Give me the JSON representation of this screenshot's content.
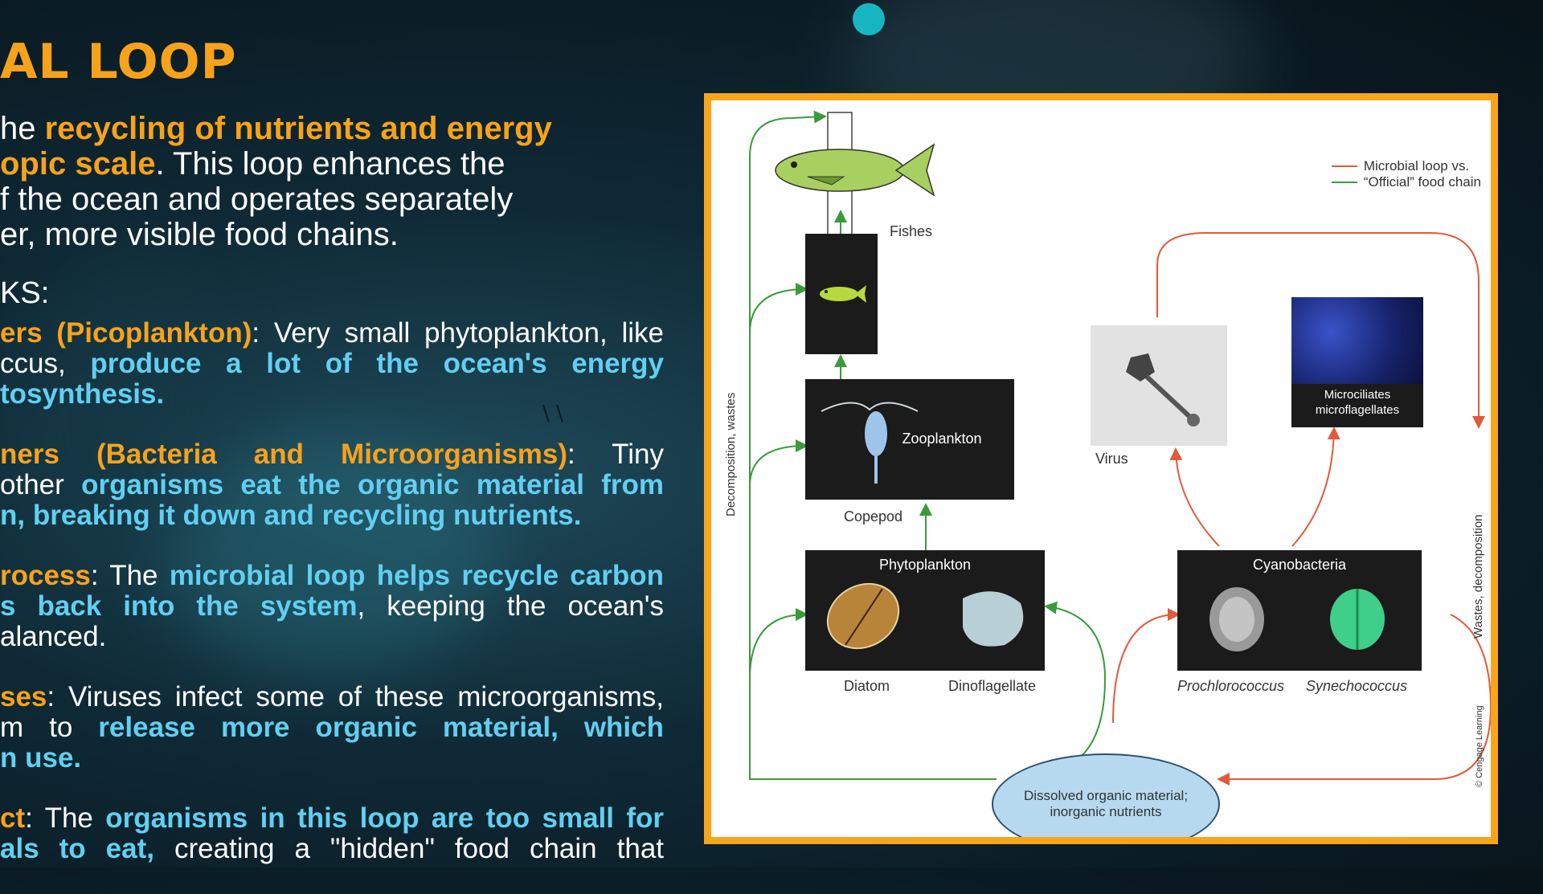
{
  "slide": {
    "title": "AL LOOP",
    "intro_lines": [
      [
        {
          "t": "he ",
          "s": ""
        },
        {
          "t": "recycling of nutrients and energy",
          "s": "o"
        }
      ],
      [
        {
          "t": "opic scale",
          "s": "o"
        },
        {
          "t": ". This loop enhances the",
          "s": ""
        }
      ],
      [
        {
          "t": "f the ocean and operates separately",
          "s": ""
        }
      ],
      [
        {
          "t": "er, more visible food chains.",
          "s": ""
        }
      ]
    ],
    "section_label": "KS:",
    "bullets": [
      [
        {
          "j": true,
          "spans": [
            {
              "t": "ers (Picoplankton)",
              "s": "o"
            },
            {
              "t": ": Very small phytoplankton, like",
              "s": ""
            }
          ]
        },
        {
          "j": true,
          "spans": [
            {
              "t": "ccus, ",
              "s": ""
            },
            {
              "t": "produce a lot of the ocean's energy",
              "s": "c"
            }
          ]
        },
        {
          "j": false,
          "spans": [
            {
              "t": "tosynthesis.",
              "s": "c"
            }
          ]
        }
      ],
      [
        {
          "j": true,
          "spans": [
            {
              "t": "ners (Bacteria and Microorganisms)",
              "s": "o"
            },
            {
              "t": ": Tiny",
              "s": ""
            }
          ]
        },
        {
          "j": true,
          "spans": [
            {
              "t": " other ",
              "s": ""
            },
            {
              "t": "organisms eat the organic material from",
              "s": "c"
            }
          ]
        },
        {
          "j": false,
          "spans": [
            {
              "t": "n, breaking it down and recycling nutrients.",
              "s": "c"
            }
          ]
        }
      ],
      [
        {
          "j": true,
          "spans": [
            {
              "t": "rocess",
              "s": "o"
            },
            {
              "t": ": The ",
              "s": ""
            },
            {
              "t": "microbial loop helps recycle carbon",
              "s": "c"
            }
          ]
        },
        {
          "j": true,
          "spans": [
            {
              "t": "s back into the system",
              "s": "c"
            },
            {
              "t": ", keeping the ocean's",
              "s": ""
            }
          ]
        },
        {
          "j": false,
          "spans": [
            {
              "t": "alanced.",
              "s": ""
            }
          ]
        }
      ],
      [
        {
          "j": true,
          "spans": [
            {
              "t": "ses",
              "s": "o"
            },
            {
              "t": ": Viruses infect some of these microorganisms,",
              "s": ""
            }
          ]
        },
        {
          "j": true,
          "spans": [
            {
              "t": "m to ",
              "s": ""
            },
            {
              "t": "release more organic material, which",
              "s": "c"
            }
          ]
        },
        {
          "j": false,
          "spans": [
            {
              "t": "n use.",
              "s": "c"
            }
          ]
        }
      ],
      [
        {
          "j": true,
          "spans": [
            {
              "t": "ct",
              "s": "o"
            },
            {
              "t": ": The ",
              "s": ""
            },
            {
              "t": "organisms in this loop are too small for",
              "s": "c"
            }
          ]
        },
        {
          "j": true,
          "spans": [
            {
              "t": "als to eat,",
              "s": "c"
            },
            {
              "t": " creating a \"hidden\" food chain that",
              "s": ""
            }
          ]
        }
      ]
    ]
  },
  "diagram": {
    "legend": {
      "red": "Microbial loop vs.",
      "green": "“Official” food chain",
      "red_color": "#e05a3c",
      "green_color": "#3a9b3a"
    },
    "labels": {
      "fishes": "Fishes",
      "zooplankton": "Zooplankton",
      "copepod": "Copepod",
      "phytoplankton": "Phytoplankton",
      "diatom": "Diatom",
      "dinoflagellate": "Dinoflagellate",
      "virus": "Virus",
      "microciliates": "Microciliates",
      "microflagellates": "microflagellates",
      "cyanobacteria": "Cyanobacteria",
      "prochlorococcus": "Prochlorococcus",
      "synechococcus": "Synechococcus",
      "dissolved_line1": "Dissolved organic material;",
      "dissolved_line2": "inorganic nutrients",
      "left_axis": "Decomposition, wastes",
      "right_axis": "Wastes, decomposition",
      "credit": "© Cengage Learning"
    }
  },
  "colors": {
    "orange": "#f7a21b",
    "cyan": "#62cff1",
    "frame": "#f9a51b"
  }
}
